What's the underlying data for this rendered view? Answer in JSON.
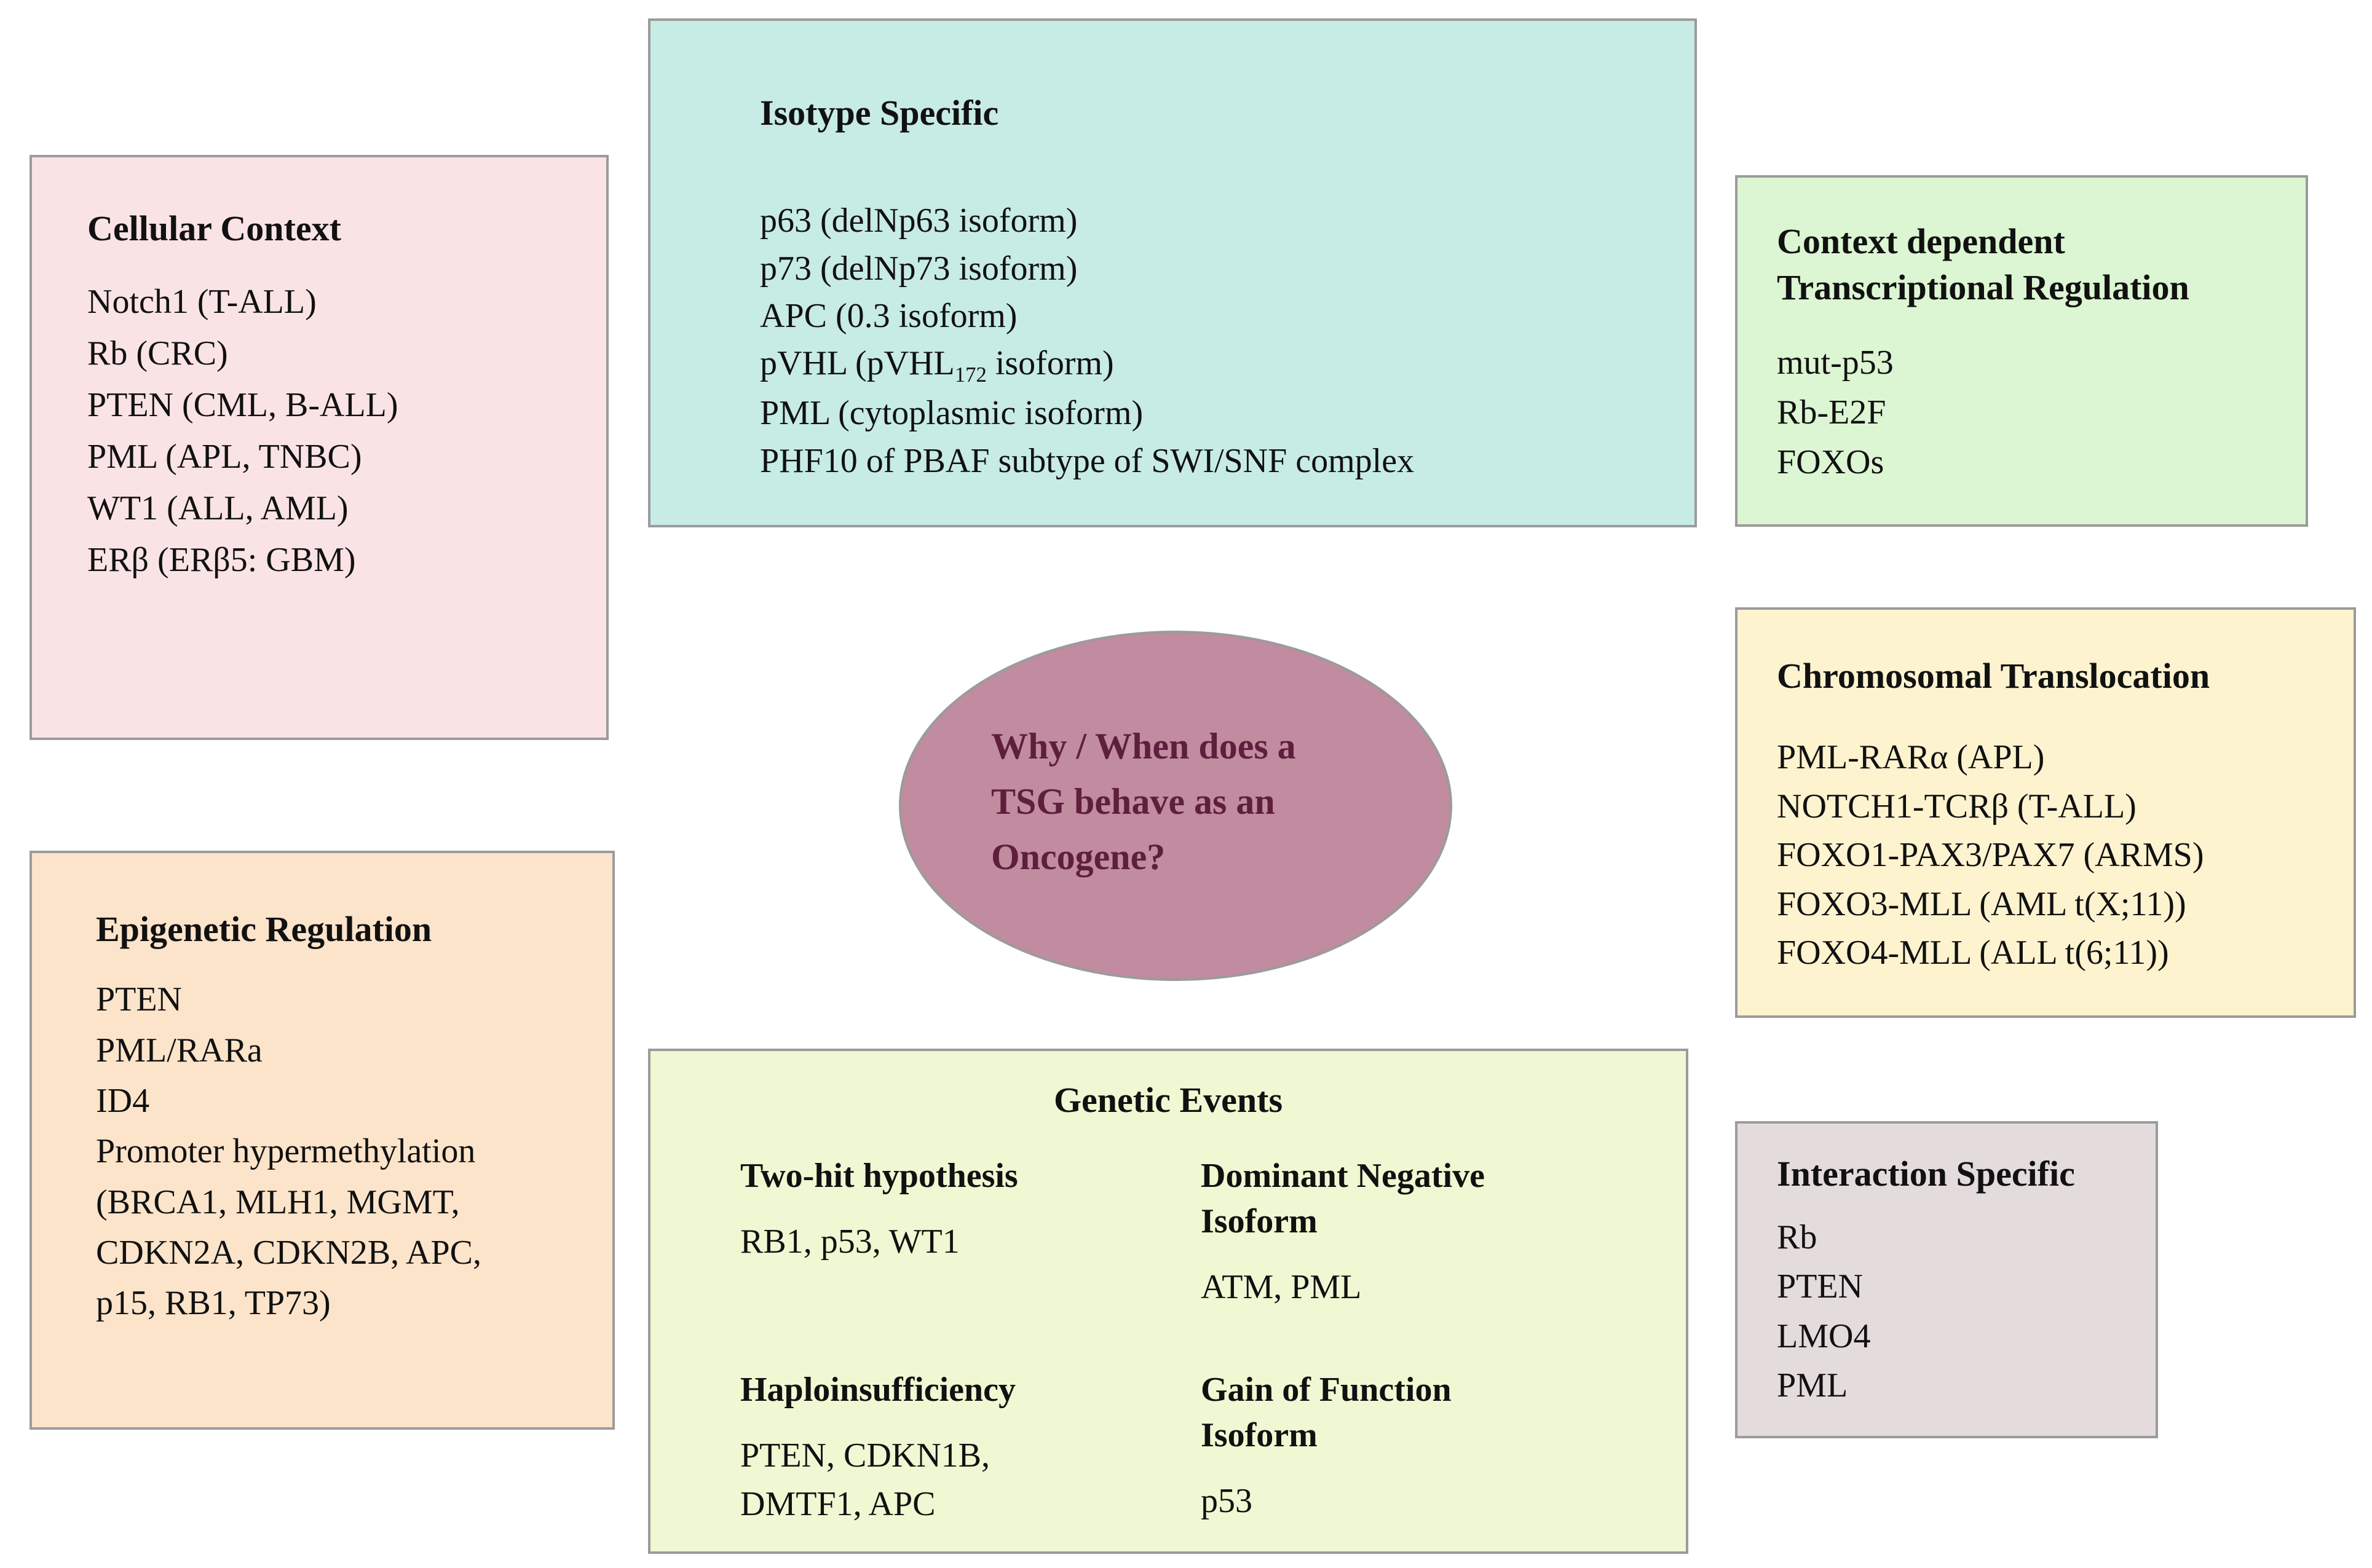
{
  "page": {
    "background_color": "#ffffff",
    "border_color": "#9b9b9b",
    "text_color": "#111111"
  },
  "center_ellipse": {
    "lines": [
      "Why / When does a",
      "TSG behave as an",
      "Oncogene?"
    ],
    "full_text": "Why / When does a TSG behave as an Oncogene?",
    "fill_color": "#c18ba0",
    "text_color": "#5e1f3c"
  },
  "boxes": {
    "cellular_context": {
      "title": "Cellular Context",
      "fill_color": "#fae3e5",
      "items": [
        "Notch1 (T-ALL)",
        "Rb (CRC)",
        "PTEN (CML, B-ALL)",
        "PML (APL, TNBC)",
        "WT1 (ALL, AML)",
        "ERβ (ERβ5: GBM)"
      ]
    },
    "isotype_specific": {
      "title": "Isotype Specific",
      "fill_color": "#c7ebe5",
      "items": [
        "p63 (delNp63 isoform)",
        "p73 (delNp73 isoform)",
        "APC (0.3 isoform)"
      ],
      "pvhl": {
        "pre": "pVHL (pVHL",
        "sub": "172",
        "post": " isoform)"
      },
      "items_after": [
        "PML (cytoplasmic isoform)",
        "PHF10 of PBAF subtype of SWI/SNF complex"
      ]
    },
    "context_dependent": {
      "title_lines": [
        "Context dependent",
        "Transcriptional Regulation"
      ],
      "fill_color": "#dcf5d2",
      "items": [
        "mut-p53",
        "Rb-E2F",
        "FOXOs"
      ]
    },
    "chromosomal_translocation": {
      "title": "Chromosomal Translocation",
      "fill_color": "#fdf3cf",
      "items": [
        "PML-RARα (APL)",
        "NOTCH1-TCRβ (T-ALL)",
        "FOXO1-PAX3/PAX7 (ARMS)",
        "FOXO3-MLL (AML t(X;11))",
        "FOXO4-MLL (ALL t(6;11))"
      ]
    },
    "epigenetic_regulation": {
      "title": "Epigenetic Regulation",
      "fill_color": "#fce4cb",
      "items": [
        "PTEN",
        "PML/RARa",
        "ID4"
      ],
      "hypermethylation_lines": [
        "Promoter hypermethylation",
        "(BRCA1, MLH1, MGMT,",
        "CDKN2A, CDKN2B, APC,",
        "p15, RB1, TP73)"
      ]
    },
    "genetic_events": {
      "title": "Genetic Events",
      "fill_color": "#eff8d2",
      "two_hit": {
        "heading": "Two-hit hypothesis",
        "genes": "RB1, p53, WT1"
      },
      "dominant_negative": {
        "heading_lines": [
          "Dominant Negative",
          "Isoform"
        ],
        "genes": "ATM, PML"
      },
      "haploinsufficiency": {
        "heading": "Haploinsufficiency",
        "genes_lines": [
          "PTEN, CDKN1B,",
          "DMTF1, APC"
        ]
      },
      "gain_of_function": {
        "heading_lines": [
          "Gain of Function",
          "Isoform"
        ],
        "genes": "p53"
      }
    },
    "interaction_specific": {
      "title": "Interaction Specific",
      "fill_color": "#e4dbdc",
      "items": [
        "Rb",
        "PTEN",
        "LMO4",
        "PML"
      ]
    }
  }
}
